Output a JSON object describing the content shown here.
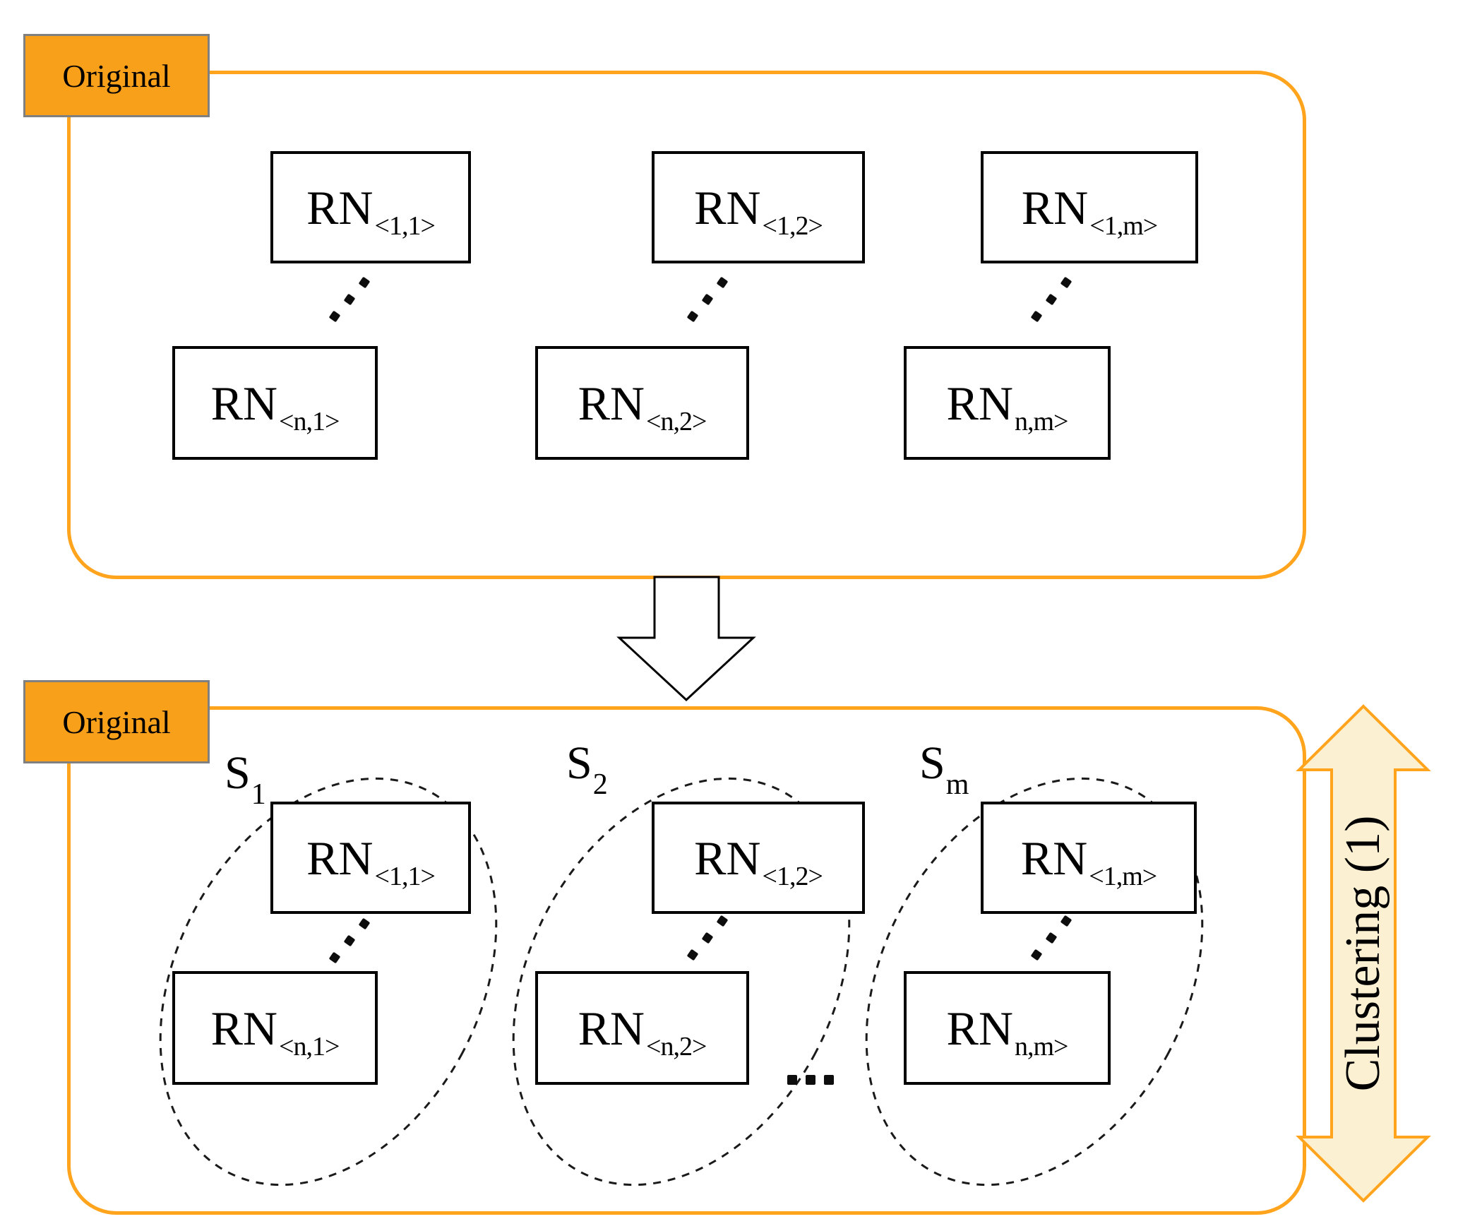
{
  "figure": {
    "top_panel": {
      "tab_label": "Original",
      "boxes": [
        {
          "main": "RN",
          "sub": "<1,1>"
        },
        {
          "main": "RN",
          "sub": "<1,2>"
        },
        {
          "main": "RN",
          "sub": "<1,m>"
        },
        {
          "main": "RN",
          "sub": "<n,1>"
        },
        {
          "main": "RN",
          "sub": "<n,2>"
        },
        {
          "main": "RN",
          "sub": "n,m>"
        }
      ]
    },
    "bottom_panel": {
      "tab_label": "Original",
      "clusters": [
        {
          "label": "S",
          "sub": "1",
          "top_box": {
            "main": "RN",
            "sub": "<1,1>"
          },
          "bottom_box": {
            "main": "RN",
            "sub": "<n,1>"
          }
        },
        {
          "label": "S",
          "sub": "2",
          "top_box": {
            "main": "RN",
            "sub": "<1,2>"
          },
          "bottom_box": {
            "main": "RN",
            "sub": "<n,2>"
          }
        },
        {
          "label": "S",
          "sub": "m",
          "top_box": {
            "main": "RN",
            "sub": "<1,m>"
          },
          "bottom_box": {
            "main": "RN",
            "sub": "n,m>"
          }
        }
      ]
    },
    "side_arrow_label": "Clustering (1)",
    "icons": {
      "diagonal_ellipsis": "⋰",
      "horizontal_ellipsis": "…"
    },
    "colors": {
      "panel_border": "#FFA41C",
      "tab_fill": "#F9A01B",
      "tab_border": "#808080",
      "arrow_fill": "#FBF0D2",
      "arrow_border": "#FFA41C",
      "box_border": "#000000",
      "ellipse_stroke": "#1A1A1A",
      "text": "#000000"
    }
  }
}
